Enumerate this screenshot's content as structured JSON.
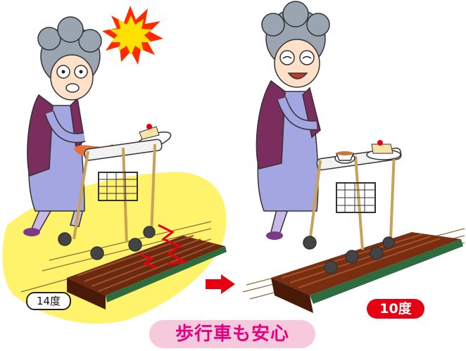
{
  "labels": {
    "angle_before": "14度",
    "angle_after": "10度",
    "caption": "歩行車も安心"
  },
  "colors": {
    "caption_text": "#e5007f",
    "caption_bg": "#f7c9dc",
    "badge_red": "#e60012",
    "yellow_area": "#fff36b",
    "ramp_brown": "#6b2a10",
    "arrow_red": "#e60012"
  }
}
